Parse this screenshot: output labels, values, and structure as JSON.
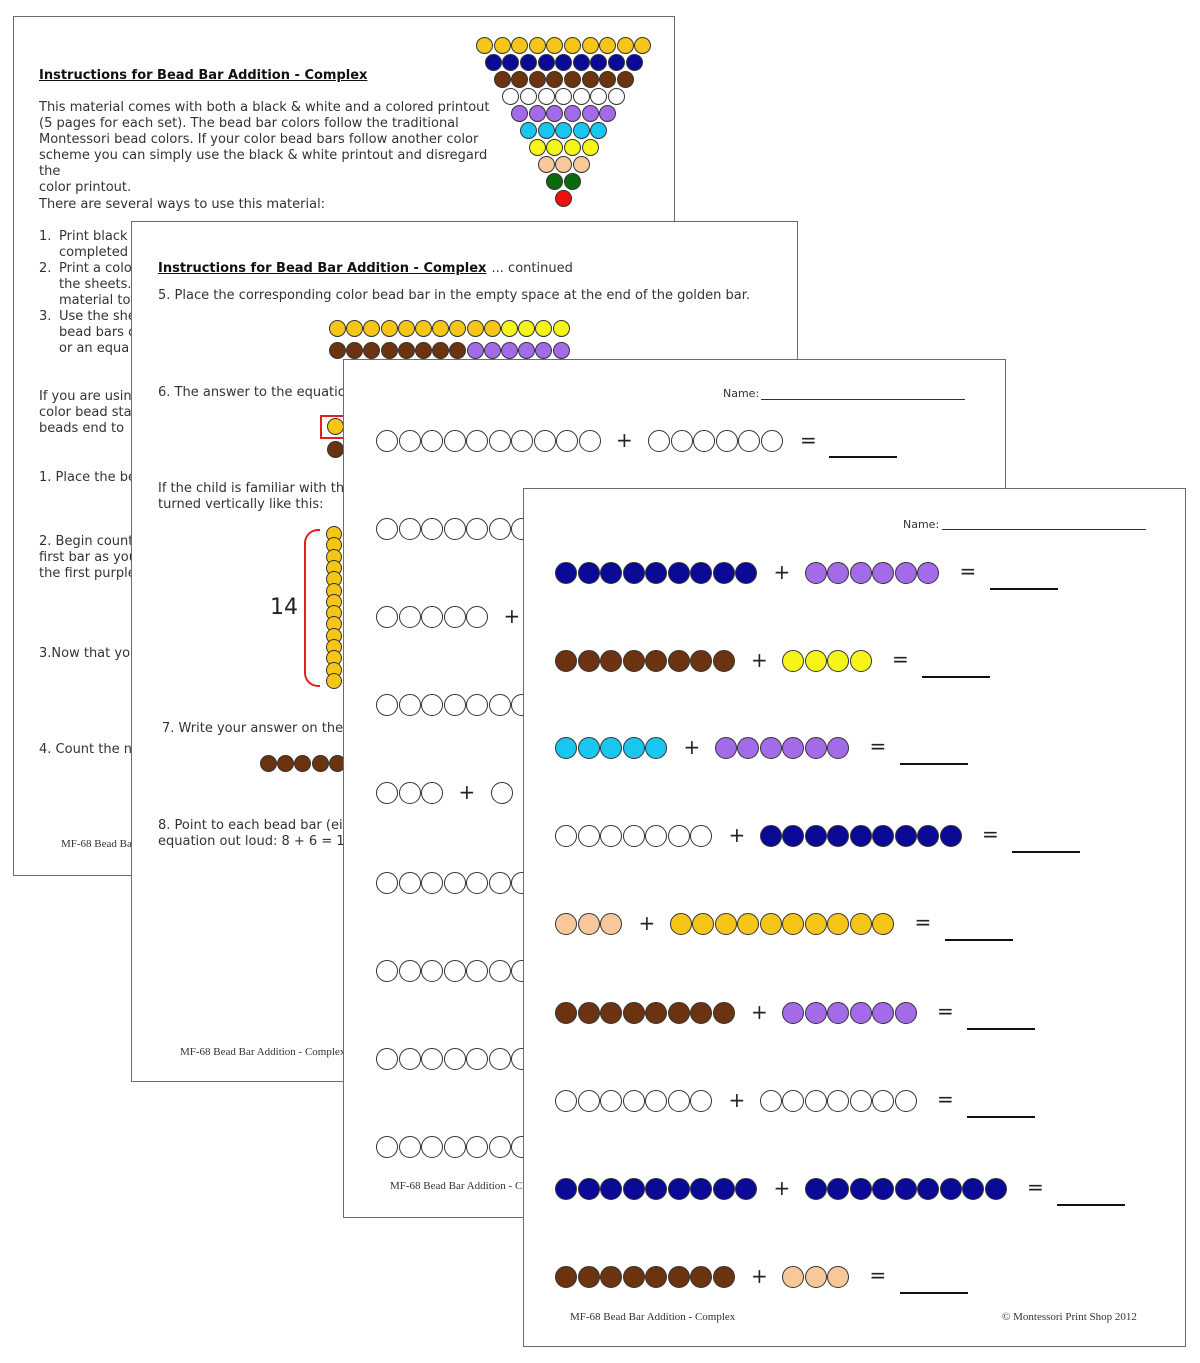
{
  "colors": {
    "gold": "#f5c518",
    "darkblue": "#0a0a96",
    "brown": "#6b3310",
    "white": "#ffffff",
    "purple": "#a46be8",
    "cyan": "#19c6f0",
    "yellow": "#f5f51a",
    "peach": "#f8c89a",
    "green": "#0a6a10",
    "red": "#ee1111"
  },
  "page1": {
    "heading": "Instructions for Bead Bar Addition - Complex",
    "para1": [
      "This material comes with both a black & white and a colored printout",
      "(5 pages for each set). The bead bar colors follow the traditional",
      "Montessori bead colors. If your color bead bars follow another color",
      "scheme you can simply use the black & white printout and disregard the",
      "color printout."
    ],
    "para2": "There are several ways to use this material:",
    "list": [
      {
        "n": "1.",
        "lines": [
          "Print black &",
          "completed"
        ]
      },
      {
        "n": "2.",
        "lines": [
          "Print a colo",
          "the sheets.",
          "material to"
        ]
      },
      {
        "n": "3.",
        "lines": [
          "Use the she",
          "bead bars c",
          "or an equa"
        ]
      }
    ],
    "para3": [
      "If you are using",
      "color bead sta",
      "beads end to"
    ],
    "step1": "1. Place the be",
    "step2": [
      "2. Begin count",
      "first bar as you",
      "the first purple"
    ],
    "step3": "3.Now that you",
    "step4": "4. Count the n",
    "footer": "MF-68 Bead Ba",
    "triangle": [
      {
        "color": "gold",
        "count": 10
      },
      {
        "color": "darkblue",
        "count": 9
      },
      {
        "color": "brown",
        "count": 8
      },
      {
        "color": "white",
        "count": 7
      },
      {
        "color": "purple",
        "count": 6
      },
      {
        "color": "cyan",
        "count": 5
      },
      {
        "color": "yellow",
        "count": 4
      },
      {
        "color": "peach",
        "count": 3
      },
      {
        "color": "green",
        "count": 2
      },
      {
        "color": "red",
        "count": 1
      }
    ]
  },
  "page2": {
    "heading": "Instructions for Bead Bar Addition - Complex",
    "heading_suffix": "... continued",
    "step5": "5. Place the corresponding color bead bar in the empty space at the end of the golden bar.",
    "step6": "6. The answer to the equation",
    "familiar": [
      "If the child is familiar with the",
      "turned vertically like this:"
    ],
    "fourteen": "14",
    "step7": "7. Write your answer on the p",
    "step8": [
      "8. Point to each bead bar (ei",
      "equation out loud: 8 + 6 = 14."
    ],
    "footer": "MF-68 Bead Bar Addition - Complex"
  },
  "page3": {
    "name_label": "Name:",
    "footer": "MF-68 Bead Bar Addition - C",
    "plus": "+",
    "equals": "=",
    "rows": [
      {
        "a": 10,
        "b": 6,
        "showB": true
      },
      {
        "a": 7,
        "b": 0,
        "showB": false
      },
      {
        "a": 5,
        "b": 0,
        "showB": false,
        "showPlus": true
      },
      {
        "a": 7,
        "b": 0,
        "showB": false
      },
      {
        "a": 3,
        "b": 1,
        "showB": true,
        "showPlus": true
      },
      {
        "a": 7,
        "b": 0,
        "showB": false
      },
      {
        "a": 7,
        "b": 0,
        "showB": false
      },
      {
        "a": 7,
        "b": 0,
        "showB": false
      },
      {
        "a": 7,
        "b": 0,
        "showB": false
      }
    ]
  },
  "page4": {
    "name_label": "Name:",
    "footer_left": "MF-68 Bead Bar Addition - Complex",
    "footer_right": "© Montessori Print Shop 2012",
    "plus": "+",
    "equals": "=",
    "rows": [
      {
        "a": {
          "color": "darkblue",
          "count": 9
        },
        "b": {
          "color": "purple",
          "count": 6
        }
      },
      {
        "a": {
          "color": "brown",
          "count": 8
        },
        "b": {
          "color": "yellow",
          "count": 4
        }
      },
      {
        "a": {
          "color": "cyan",
          "count": 5
        },
        "b": {
          "color": "purple",
          "count": 6
        }
      },
      {
        "a": {
          "color": "white",
          "count": 7
        },
        "b": {
          "color": "darkblue",
          "count": 9
        }
      },
      {
        "a": {
          "color": "peach",
          "count": 3
        },
        "b": {
          "color": "gold",
          "count": 10
        }
      },
      {
        "a": {
          "color": "brown",
          "count": 8
        },
        "b": {
          "color": "purple",
          "count": 6
        }
      },
      {
        "a": {
          "color": "white",
          "count": 7
        },
        "b": {
          "color": "white",
          "count": 7
        }
      },
      {
        "a": {
          "color": "darkblue",
          "count": 9
        },
        "b": {
          "color": "darkblue",
          "count": 9
        }
      },
      {
        "a": {
          "color": "brown",
          "count": 8
        },
        "b": {
          "color": "peach",
          "count": 3
        }
      }
    ]
  }
}
